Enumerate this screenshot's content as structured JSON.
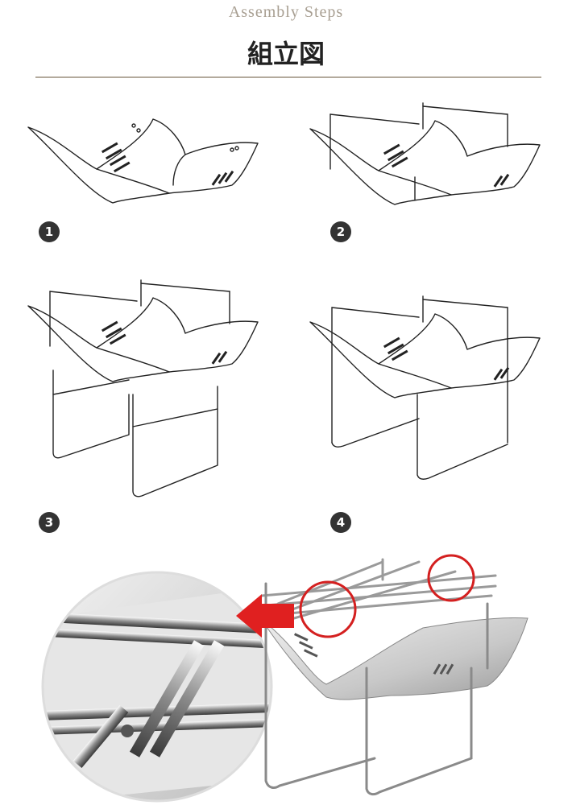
{
  "header": {
    "subtitle_en": "Assembly Steps",
    "title_jp": "組立図"
  },
  "steps": [
    {
      "number": "1"
    },
    {
      "number": "2"
    },
    {
      "number": "3"
    },
    {
      "number": "4"
    }
  ],
  "photo": {
    "arrow_color": "#e02020",
    "highlight_color": "#d42020"
  }
}
